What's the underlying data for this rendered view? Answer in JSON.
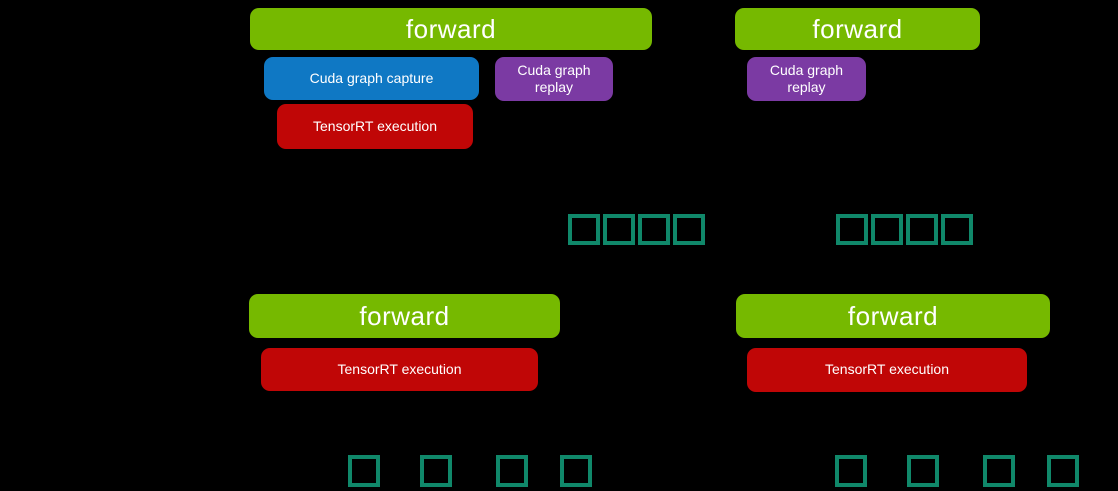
{
  "colors": {
    "bg": "#000000",
    "green": "#76b900",
    "blue": "#0f78c4",
    "purple": "#7b3aa3",
    "red": "#c00606",
    "teal": "#10886a",
    "text": "#ffffff"
  },
  "top_row": {
    "capture_iteration": {
      "forward_label": "forward",
      "capture_label": "Cuda graph capture",
      "tensorrt_label": "TensorRT execution",
      "replay_label": "Cuda graph replay"
    },
    "replay_iteration": {
      "forward_label": "forward",
      "replay_label": "Cuda graph replay"
    },
    "kernel_launch_groups": [
      {
        "count": 4
      },
      {
        "count": 4
      }
    ]
  },
  "bottom_row": {
    "left_iteration": {
      "forward_label": "forward",
      "tensorrt_label": "TensorRT execution"
    },
    "right_iteration": {
      "forward_label": "forward",
      "tensorrt_label": "TensorRT execution"
    },
    "kernel_launch_groups": [
      {
        "count": 4
      },
      {
        "count": 4
      }
    ]
  }
}
